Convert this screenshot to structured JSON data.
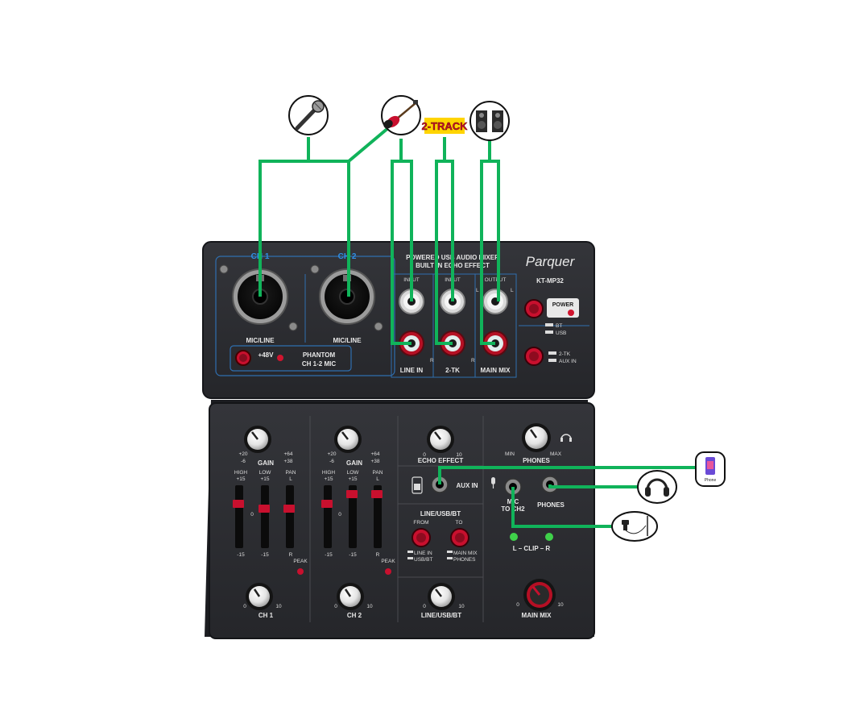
{
  "brand": {
    "logo": "Parquer",
    "model": "KT-MP32",
    "title_line1": "POWERED USB AUDIO MIXER",
    "title_line2": "BUILT IN ECHO EFFECT"
  },
  "badges": {
    "two_track": "2-TRACK",
    "phone": "Phone"
  },
  "inputs": {
    "ch1": "CH 1",
    "ch2": "CH 2",
    "mic_line": "MIC/LINE",
    "phantom_48v": "+48V",
    "phantom": "PHANTOM",
    "phantom_sub": "CH 1-2 MIC"
  },
  "rca": {
    "input": "INPUT",
    "output": "OUTPUT",
    "line_in": "LINE IN",
    "two_tk": "2-TK",
    "main_mix": "MAIN MIX",
    "l": "L",
    "r": "R"
  },
  "right_panel": {
    "power": "POWER",
    "bt": "BT",
    "usb": "USB",
    "tk2": "2-TK",
    "aux_in": "AUX IN"
  },
  "channel": {
    "gain": "GAIN",
    "gain_left_top": "+20",
    "gain_left_bot": "-6",
    "gain_right_top": "+64",
    "gain_right_bot": "+38",
    "high": "HIGH",
    "low": "LOW",
    "pan": "PAN",
    "plus15": "+15",
    "minus15": "-15",
    "zero": "0",
    "pan_l": "L",
    "pan_r": "R",
    "peak": "PEAK",
    "level_min": "0",
    "level_max": "10"
  },
  "center": {
    "echo_effect": "ECHO EFFECT",
    "aux_in": "AUX IN",
    "line_usb_bt": "LINE/USB/BT",
    "from": "FROM",
    "to": "TO",
    "from_label1": "LINE IN",
    "from_label2": "USB/BT",
    "to_label1": "MAIN MIX",
    "to_label2": "PHONES",
    "min0": "0",
    "max10": "10"
  },
  "right_section": {
    "min": "MIN",
    "max": "MAX",
    "phones": "PHONES",
    "mic_to_ch2_1": "MIC",
    "mic_to_ch2_2": "TO CH2",
    "phones_jack": "PHONES",
    "clip": "L – CLIP – R",
    "main_mix": "MAIN MIX",
    "min0": "0",
    "max10": "10"
  },
  "colors": {
    "connector_line": "#10b35a",
    "panel": "#2b2c30",
    "accent_red": "#c8102e",
    "accent_blue": "#2f8fe6"
  },
  "icons": [
    "microphone-icon",
    "electric-guitar-icon",
    "speaker-icon",
    "smartphone-icon",
    "headphones-icon",
    "lavalier-mic-icon"
  ]
}
